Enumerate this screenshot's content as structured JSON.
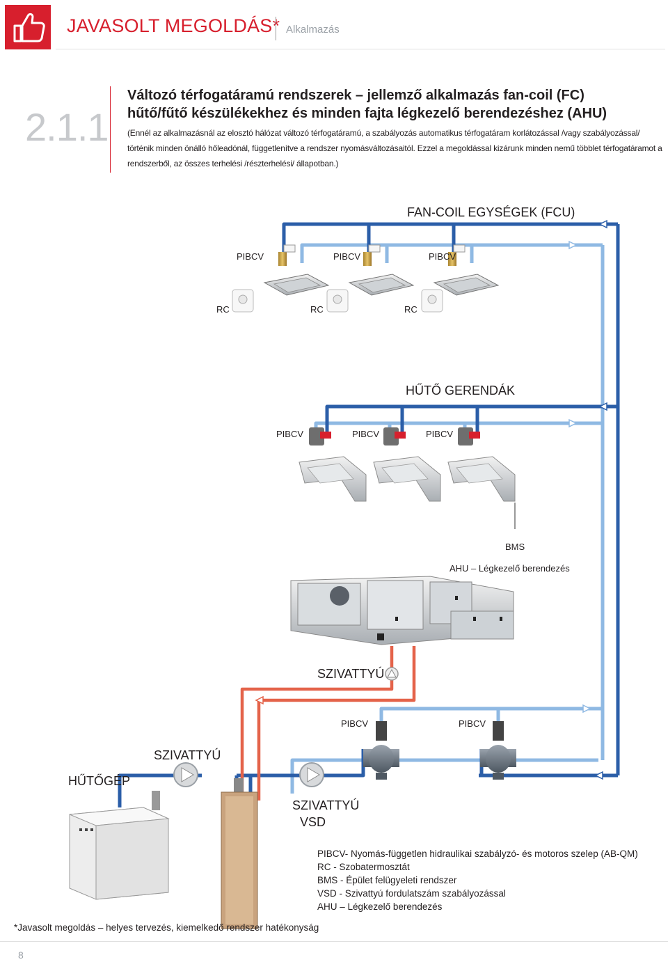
{
  "header": {
    "title": "JAVASOLT MEGOLDÁS*",
    "subtitle": "Alkalmazás"
  },
  "section": {
    "number": "2.1.1",
    "title": "Változó térfogatáramú rendszerek – jellemző alkalmazás fan-coil (FC) hűtő/fűtő készülékekhez és minden fajta légkezelő berendezéshez (AHU)",
    "description": "(Ennél az alkalmazásnál az elosztó hálózat változó térfogatáramú, a szabályozás automatikus térfogatáram korlátozással /vagy szabályozással/ történik minden önálló hőleadónál, függetlenítve a rendszer nyomásváltozásaitól. Ezzel a megoldással kizárunk minden nemű többlet térfogatáramot a rendszerből, az összes terhelési /részterhelési/ állapotban.)"
  },
  "diagram": {
    "fcu_title": "FAN-COIL EGYSÉGEK (FCU)",
    "fcu_valves": [
      "PIBCV",
      "PIBCV",
      "PIBCV"
    ],
    "room_controllers": [
      "RC",
      "RC",
      "RC"
    ],
    "beam_title": "HŰTŐ GERENDÁK",
    "beam_valves": [
      "PIBCV",
      "PIBCV",
      "PIBCV"
    ],
    "bms": "BMS",
    "ahu": "AHU – Légkezelő berendezés",
    "pump_ahu": "SZIVATTYÚ",
    "ahu_valves": [
      "PIBCV",
      "PIBCV"
    ],
    "pump_primary": "SZIVATTYÚ",
    "chiller": "HŰTŐGÉP",
    "pump_vsd_line1": "SZIVATTYÚ",
    "pump_vsd_line2": "VSD",
    "colors": {
      "supply": "#2b5ea8",
      "return": "#8fb9e3",
      "heating": "#e4634a",
      "accent": "#d71f2d"
    }
  },
  "legend": [
    {
      "term": "PIBCV",
      "sep": "- ",
      "text": "Nyomás-független hidraulikai szabályzó- és motoros szelep (AB-QM)"
    },
    {
      "term": "RC",
      "sep": " - ",
      "text": "Szobatermosztát"
    },
    {
      "term": "BMS",
      "sep": " - ",
      "text": "Épület felügyeleti rendszer"
    },
    {
      "term": "VSD",
      "sep": " - ",
      "text": "Szivattyú fordulatszám szabályozással"
    },
    {
      "term": "AHU",
      "sep": " – ",
      "text": "Légkezelő berendezés"
    }
  ],
  "footnote": "*Javasolt megoldás – helyes tervezés, kiemelkedő rendszer hatékonyság",
  "page_number": "8"
}
